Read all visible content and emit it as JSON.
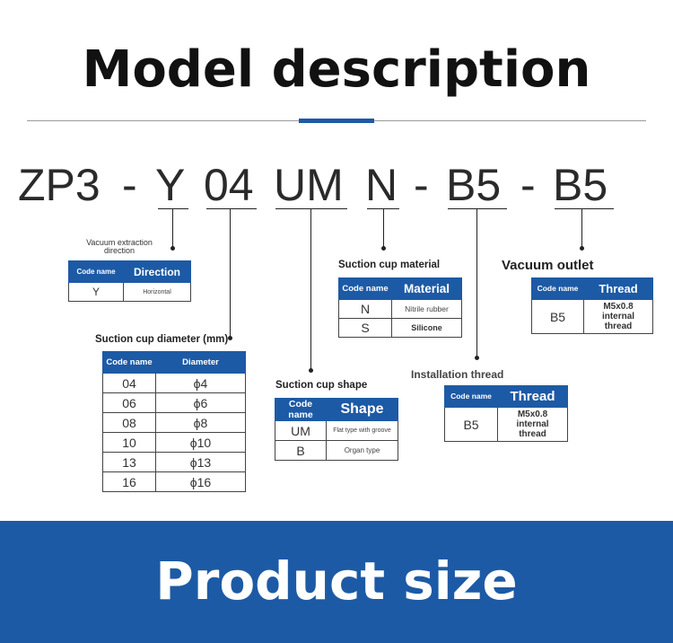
{
  "title": "Model description",
  "code": {
    "segments": [
      "ZP3",
      "-",
      "Y",
      "04",
      "UM",
      "N",
      "-",
      "B5",
      "-",
      "B5"
    ]
  },
  "direction": {
    "label": "Vacuum extraction direction",
    "header": [
      "Code name",
      "Direction"
    ],
    "rows": [
      [
        "Y",
        "Horizontal"
      ]
    ]
  },
  "diameter": {
    "label": "Suction cup diameter (mm)",
    "header": [
      "Code name",
      "Diameter"
    ],
    "rows": [
      [
        "04",
        "ϕ4"
      ],
      [
        "06",
        "ϕ6"
      ],
      [
        "08",
        "ϕ8"
      ],
      [
        "10",
        "ϕ10"
      ],
      [
        "13",
        "ϕ13"
      ],
      [
        "16",
        "ϕ16"
      ]
    ]
  },
  "shape": {
    "label": "Suction cup shape",
    "header": [
      "Code name",
      "Shape"
    ],
    "rows": [
      [
        "UM",
        "Flat type with groove"
      ],
      [
        "B",
        "Organ type"
      ]
    ]
  },
  "material": {
    "label": "Suction cup material",
    "header": [
      "Code name",
      "Material"
    ],
    "rows": [
      [
        "N",
        "Nitrile rubber"
      ],
      [
        "S",
        "Silicone"
      ]
    ]
  },
  "install": {
    "label": "Installation thread",
    "header": [
      "Code name",
      "Thread"
    ],
    "rows": [
      [
        "B5",
        "M5x0.8 internal thread"
      ]
    ]
  },
  "outlet": {
    "label": "Vacuum outlet",
    "header": [
      "Code name",
      "Thread"
    ],
    "rows": [
      [
        "B5",
        "M5x0.8 internal thread"
      ]
    ]
  },
  "colors": {
    "accent": "#1d5aa5",
    "text": "#222222"
  },
  "banner": "Product size"
}
